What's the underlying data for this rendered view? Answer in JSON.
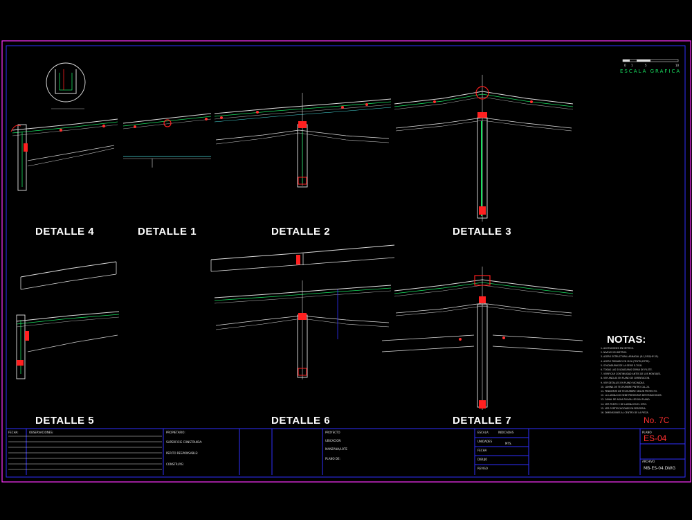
{
  "details": [
    {
      "id": "d4",
      "label": "DETALLE 4"
    },
    {
      "id": "d1",
      "label": "DETALLE 1"
    },
    {
      "id": "d2",
      "label": "DETALLE 2"
    },
    {
      "id": "d3",
      "label": "DETALLE 3"
    },
    {
      "id": "d5",
      "label": "DETALLE 5"
    },
    {
      "id": "d6",
      "label": "DETALLE 6"
    },
    {
      "id": "d7",
      "label": "DETALLE 7"
    }
  ],
  "scale": {
    "title": "ESCALA GRAFICA",
    "ticks": [
      "0",
      "1",
      "5",
      "10"
    ]
  },
  "notes": {
    "title": "NOTAS:",
    "items": [
      "1. ACOTACIONES EN METROS.",
      "2. NIVELES EN METROS.",
      "3. ACERO ESTRUCTURAL ARMAGAL (B-1/2SG/HP-35).",
      "4. ACERO PRIMARIO EN VIGA (TEXTIL/ESTRI).",
      "5. SOLDADURAS DE LA SERIE E-7018.",
      "6. TODAS LAS SOLDADURAS SERAN DE FILETE.",
      "7. VERIFICAR CONTINUIDAD ANTES DE LOS MONTAJES.",
      "8. VER ANCLAS EN PLANO DE CIMENTACION.",
      "9. VER DETALLES EN PLANO FACHADAS.",
      "10. LAMINA DE TECHUMBRE PINTRO CAL.24.",
      "11. PENDIENTE DE TECHUMBRE SEGUN PROYECTO.",
      "12. LA LAMINA NO DEBE PRESENTAR DEFORMACIONES.",
      "13. CANAL DE AGUA PLUVIAL SEGUN PLANO.",
      "14. VER PUNTO 2 DE LAMINA EN EL SITIO.",
      "15. VER FORTIFICACIONES EN PERIFERIA.",
      "16. DIMENSIONES AL CENTRO DE LA PIEZA."
    ]
  },
  "titleblock": {
    "fecha": "FECHA:",
    "observaciones": "OBSERVACIONES:",
    "propietario": "PROPIETARIO:",
    "superficie": "SUPERFICIE CONSTRUIDA:",
    "perito": "PERITO RESPONSABLE:",
    "constructor": "CONSTRUYE:",
    "proyecto": "PROYECTO",
    "ubicacion": "UBICACION",
    "manzana": "MANZANA/LOTE",
    "plano_de": "PLANO DE:",
    "escala": "ESCALA:",
    "escala_val": "INDICADAS",
    "unidades": "UNIDADES",
    "unidades_val": "MTS.",
    "fecha2": "FECHA",
    "dibujo": "DIBUJO",
    "reviso": "REVISO",
    "num": "No. 7C",
    "plano": "PLANO",
    "plano_val": "ES-04",
    "archivo": "ARCHIVO",
    "archivo_val": "MB-ES-04.DWG"
  },
  "colors": {
    "border": "#ff33ff",
    "frame": "#3030ff",
    "accent": "#ff2020",
    "green": "#18e060",
    "white": "#ffffff"
  }
}
